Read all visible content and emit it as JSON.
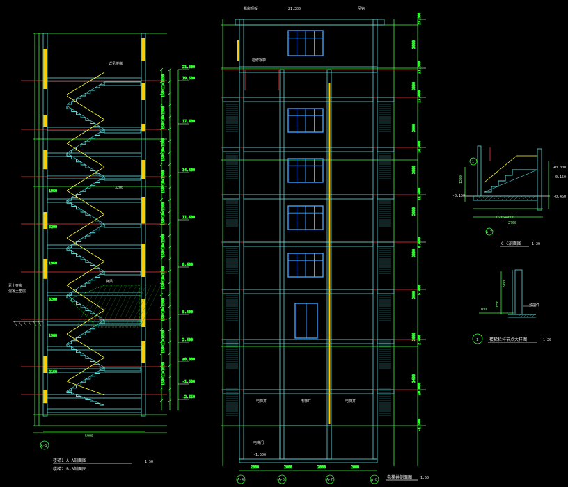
{
  "colors": {
    "background": "#000000",
    "wall": "#5fd7d7",
    "wall_cut": "#00c8c8",
    "stair_rail": "#ffff33",
    "dimension": "#33ff33",
    "axis": "#ff3333",
    "window": "#3aa0ff",
    "white": "#e8e8e8",
    "column_yellow": "#ffcc00"
  },
  "drawings": {
    "left_section": {
      "caption_1": "楼梯1  A-A剖面图",
      "caption_2": "楼梯2  B-B剖面图",
      "caption_scale": "1:50",
      "axis_bubble": "A-1",
      "bottom_dim": "5900",
      "left_note": "素土夯实\n混凝土垫层",
      "top_callout": "详见楼梯",
      "mid_callout": "梯梁",
      "floor_width_label": "3200",
      "level_labels": [
        "21.300",
        "19.500",
        "17.400",
        "14.400",
        "11.400",
        "8.400",
        "5.400",
        "2.400",
        "±0.000",
        "-1.500",
        "-2.650"
      ],
      "stair_dims": [
        "150×11=1650",
        "150×10=1500",
        "150×10=1500",
        "150×10=1500",
        "150×10=1500",
        "150×10=1500",
        "150×10=1500",
        "150×10=1500",
        "150×11=1650",
        "150×11=1650"
      ],
      "mid_labels": [
        "1960",
        "3200",
        "1960",
        "3200",
        "1960",
        "2160"
      ]
    },
    "middle_section": {
      "caption": "电梯井剖面图",
      "caption_scale": "1:50",
      "axis_bubbles": [
        "A-4",
        "A-5",
        "A-7",
        "A-8"
      ],
      "top_labels": [
        "机房顶板",
        "21.300"
      ],
      "top_callout_left": "检修钢梯",
      "top_callout_right": "吊钩",
      "shaft_labels": [
        "电梯井",
        "电梯井",
        "电梯井"
      ],
      "door_label": "电梯门",
      "pit_labels": [
        "-1.500"
      ],
      "level_labels_right": [
        "23.300",
        "21.300",
        "17.400",
        "14.400",
        "11.400",
        "8.400",
        "5.400",
        "2.400",
        "±0.000",
        "-1.500"
      ],
      "floor_height_dims": [
        "2000",
        "3000",
        "3000",
        "3000",
        "3000",
        "3000",
        "3000",
        "3000",
        "2400"
      ],
      "bottom_dims": [
        "2000",
        "2000",
        "2000",
        "2000"
      ]
    },
    "right_detail_1": {
      "caption": "C-C剖面图",
      "caption_scale": "1:20",
      "axis_bubble": "A-7",
      "marker": "1",
      "labels": [
        "±0.000",
        "-0.150",
        "-0.450",
        "-0.150",
        "1200",
        "2700",
        "150×4=600"
      ]
    },
    "right_detail_2": {
      "marker": "1",
      "caption": "楼梯栏杆节点大样图",
      "caption_scale": "1:20",
      "labels": [
        "900",
        "1050",
        "预埋件",
        "100"
      ]
    }
  }
}
